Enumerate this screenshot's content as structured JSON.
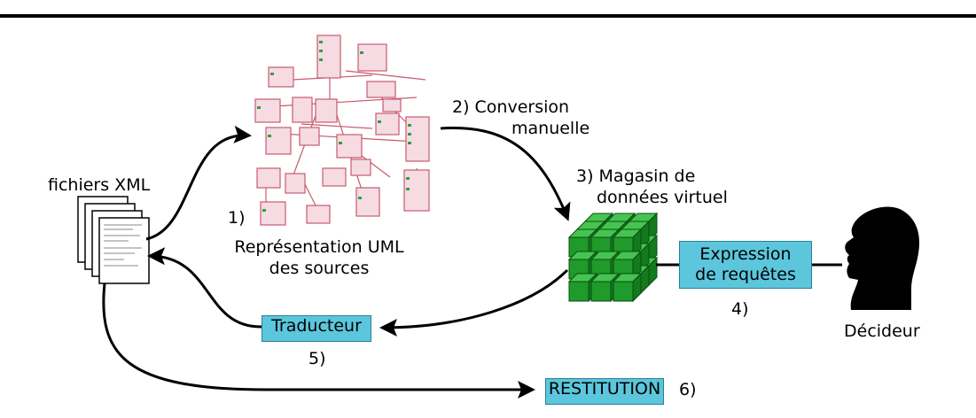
{
  "labels": {
    "xml_files": "fichiers XML",
    "uml_num": "1)",
    "uml_line1": "Représentation UML",
    "uml_line2": "des sources",
    "conv_line1": "2) Conversion",
    "conv_line2": "manuelle",
    "store_line1": "3)  Magasin de",
    "store_line2": "données virtuel",
    "step4": "4)",
    "step5": "5)",
    "step6": "6)",
    "decider": "Décideur"
  },
  "boxes": {
    "query_line1": "Expression",
    "query_line2": "de requêtes",
    "translator": "Traducteur",
    "restitution": "RESTITUTION"
  },
  "colors": {
    "box_fill": "#5bc6dc",
    "cube_fill": "#1f9a2b",
    "uml_entity": "#d88aa0",
    "uml_link": "#c85a6e",
    "arrow": "#000000"
  }
}
